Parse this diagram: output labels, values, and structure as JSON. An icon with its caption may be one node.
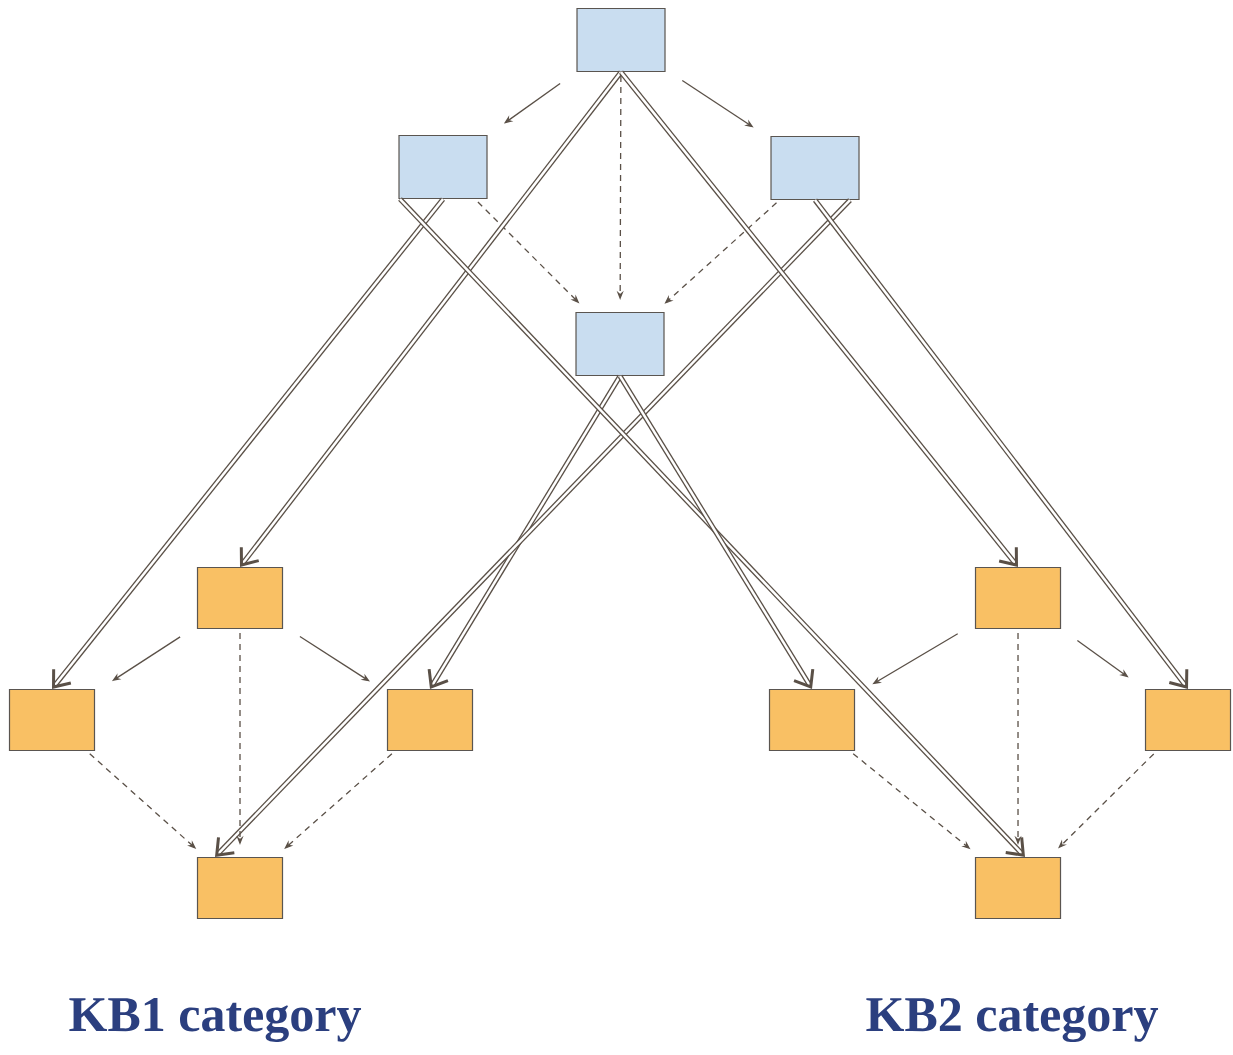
{
  "diagram": {
    "nodes": [
      {
        "text": [],
        "shape": "box"
      },
      {
        "text": [],
        "shape": "box"
      },
      {
        "text": [],
        "shape": "box"
      },
      {
        "text": [],
        "shape": "box"
      },
      {
        "text": [],
        "shape": "box"
      },
      {
        "text": [],
        "shape": "box"
      },
      {
        "text": [],
        "shape": "box"
      },
      {
        "text": [],
        "shape": "box"
      },
      {
        "text": [],
        "shape": "box"
      },
      {
        "text": [],
        "shape": "box"
      },
      {
        "text": [],
        "shape": "box"
      },
      {
        "text": [],
        "shape": "box"
      }
    ],
    "edges": [
      {
        "from": 0,
        "to": 1,
        "arrow": "to"
      },
      {
        "from": 0,
        "to": 2,
        "arrow": "to"
      },
      {
        "from": 0,
        "to": 3,
        "arrow": "to",
        "style": "dashed"
      },
      {
        "from": 1,
        "to": 3,
        "arrow": "to",
        "style": "dashed"
      },
      {
        "from": 2,
        "to": 3,
        "arrow": "to",
        "style": "dashed"
      },
      {
        "from": 1,
        "to": 5,
        "arrow": "to",
        "style": "thick"
      },
      {
        "from": 0,
        "to": 4,
        "arrow": "to",
        "style": "thick"
      },
      {
        "from": 3,
        "to": 6,
        "arrow": "to",
        "style": "thick"
      },
      {
        "from": 2,
        "to": 7,
        "arrow": "to",
        "style": "thick"
      },
      {
        "from": 0,
        "to": 8,
        "arrow": "to",
        "style": "thick"
      },
      {
        "from": 2,
        "to": 10,
        "arrow": "to",
        "style": "thick"
      },
      {
        "from": 1,
        "to": 11,
        "arrow": "to",
        "style": "thick"
      },
      {
        "from": 3,
        "to": 9,
        "arrow": "to",
        "style": "thick"
      },
      {
        "from": 4,
        "to": 5,
        "arrow": "to"
      },
      {
        "from": 4,
        "to": 6,
        "arrow": "to"
      },
      {
        "from": 4,
        "to": 7,
        "arrow": "to",
        "style": "dashed"
      },
      {
        "from": 5,
        "to": 7,
        "arrow": "to",
        "style": "dashed"
      },
      {
        "from": 6,
        "to": 7,
        "arrow": "to",
        "style": "dashed"
      },
      {
        "from": 8,
        "to": 9,
        "arrow": "to"
      },
      {
        "from": 8,
        "to": 10,
        "arrow": "to"
      },
      {
        "from": 8,
        "to": 11,
        "arrow": "to",
        "style": "dashed"
      },
      {
        "from": 9,
        "to": 11,
        "arrow": "to",
        "style": "dashed"
      },
      {
        "from": 10,
        "to": 11,
        "arrow": "to",
        "style": "dashed"
      }
    ],
    "labels": [
      "KB1 category",
      "KB2 category"
    ]
  }
}
